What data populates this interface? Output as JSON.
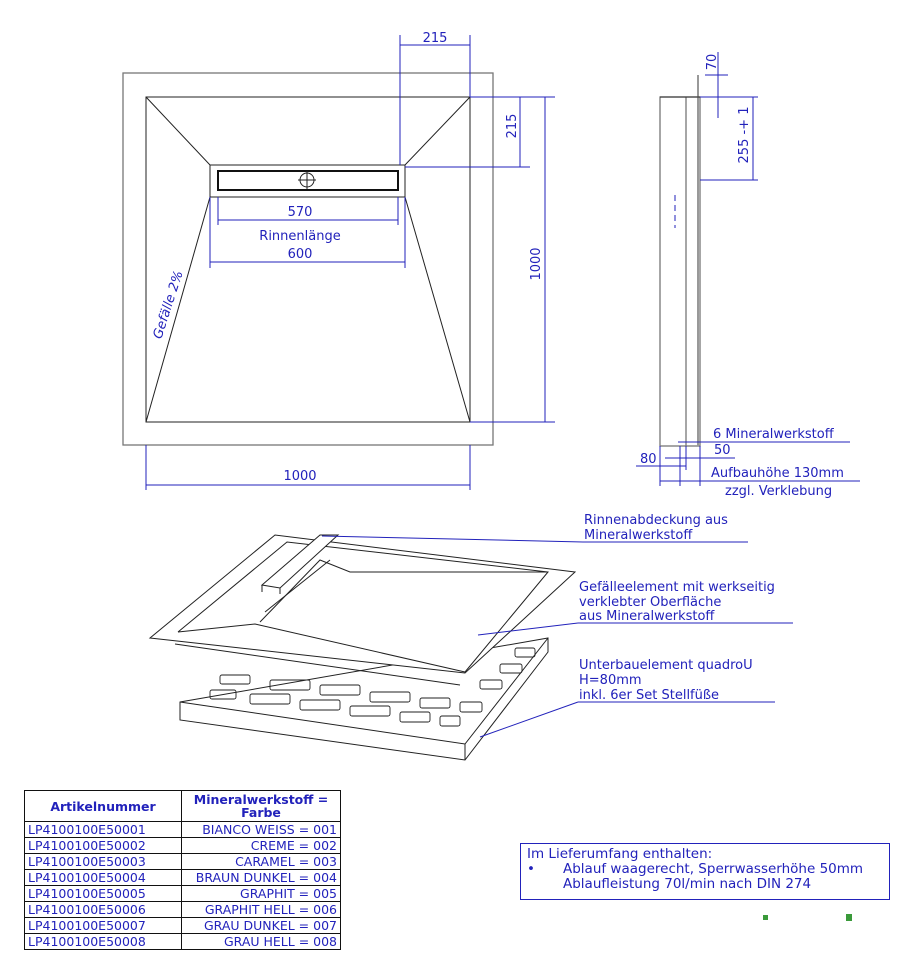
{
  "top_view": {
    "dim_top_215": "215",
    "dim_right_215": "215",
    "dim_height_1000": "1000",
    "dim_570": "570",
    "channel_label": "Rinnenlänge",
    "dim_600": "600",
    "dim_width_1000": "1000",
    "slope_label": "Gefälle 2%"
  },
  "side_view": {
    "dim_70": "70",
    "dim_255": "255 -+ 1",
    "mineral_label": "6 Mineralwerkstoff",
    "dim_50": "50",
    "dim_80": "80",
    "build_height": "Aufbauhöhe 130mm",
    "adhesive_note": "zzgl. Verklebung"
  },
  "exploded_view": {
    "callouts": [
      {
        "lines": [
          "Rinnenabdeckung aus",
          "Mineralwerkstoff"
        ]
      },
      {
        "lines": [
          "Gefälleelement mit werkseitig",
          "verklebter Oberfläche",
          "aus Mineralwerkstoff"
        ]
      },
      {
        "lines": [
          "Unterbauelement quadroU",
          "H=80mm",
          "inkl. 6er Set Stellfüße"
        ]
      }
    ]
  },
  "article_table": {
    "headers": [
      "Artikelnummer",
      "Mineralwerkstoff = Farbe"
    ],
    "rows": [
      [
        "LP4100100E50001",
        "BIANCO WEISS = 001"
      ],
      [
        "LP4100100E50002",
        "CREME = 002"
      ],
      [
        "LP4100100E50003",
        "CARAMEL = 003"
      ],
      [
        "LP4100100E50004",
        "BRAUN DUNKEL = 004"
      ],
      [
        "LP4100100E50005",
        "GRAPHIT = 005"
      ],
      [
        "LP4100100E50006",
        "GRAPHIT HELL = 006"
      ],
      [
        "LP4100100E50007",
        "GRAU DUNKEL = 007"
      ],
      [
        "LP4100100E50008",
        "GRAU HELL = 008"
      ]
    ]
  },
  "scope_of_delivery": {
    "title": "Im Lieferumfang enthalten:",
    "bullet": "•",
    "lines": [
      "Ablauf waagerecht, Sperrwasserhöhe 50mm",
      "Ablaufleistung 70l/min nach DIN 274"
    ]
  },
  "colors": {
    "annotation": "#2222bb",
    "outline": "#777777"
  }
}
